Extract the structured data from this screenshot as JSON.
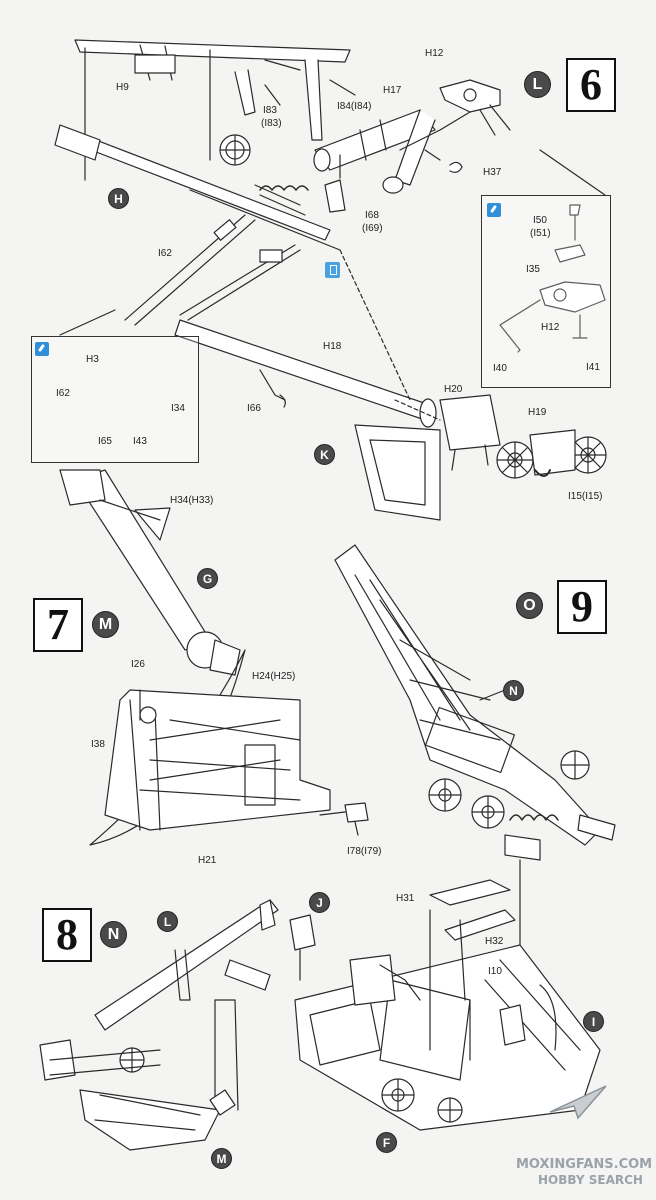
{
  "steps": {
    "s6": {
      "number": "6",
      "badge": "L"
    },
    "s7": {
      "number": "7",
      "badge": "M"
    },
    "s8": {
      "number": "8",
      "badge": "N"
    },
    "s9": {
      "number": "9",
      "badge": "O"
    }
  },
  "assembly_badges": {
    "H": "H",
    "K": "K",
    "G": "G",
    "N": "N",
    "L": "L",
    "J": "J",
    "M": "M",
    "F": "F",
    "I": "I"
  },
  "part_labels": {
    "H9": "H9",
    "I83": "I83",
    "I83b": "(I83)",
    "I84": "I84(I84)",
    "H12": "H12",
    "H17": "H17",
    "H37": "H37",
    "I68": "I68",
    "I69": "(I69)",
    "I62": "I62",
    "H18": "H18",
    "I66": "I66",
    "H20": "H20",
    "H19": "H19",
    "I15": "I15(I15)",
    "box_left": {
      "H3": "H3",
      "I62": "I62",
      "I34": "I34",
      "I65": "I65",
      "I43": "I43"
    },
    "box_right": {
      "I50": "I50",
      "I51": "(I51)",
      "I35": "I35",
      "H12": "H12",
      "I40": "I40",
      "I41": "I41"
    },
    "H34": "H34(H33)",
    "I26": "I26",
    "H24": "H24(H25)",
    "I38": "I38",
    "H21": "H21",
    "I78": "I78(I79)",
    "H31": "H31",
    "H32": "H32",
    "I10": "I10"
  },
  "watermark": {
    "line1": "MOXINGFANS.COM",
    "line2": "HOBBY SEARCH"
  }
}
